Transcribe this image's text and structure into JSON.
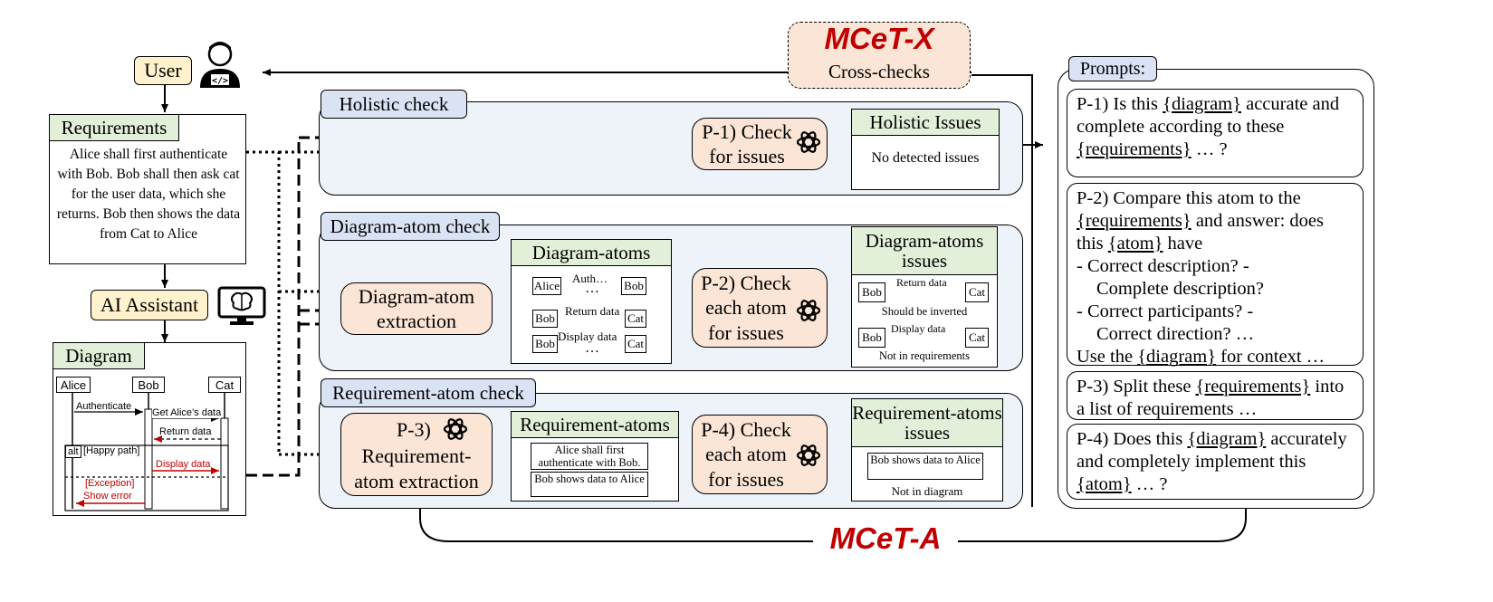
{
  "user": {
    "label": "User"
  },
  "requirements": {
    "header": "Requirements",
    "text": "Alice shall first authenticate with Bob. Bob shall then ask cat for the user data, which she returns. Bob then shows the data from Cat to Alice"
  },
  "ai_assistant": {
    "label": "AI Assistant"
  },
  "diagram": {
    "header": "Diagram",
    "participants": [
      "Alice",
      "Bob",
      "Cat"
    ],
    "msg_authenticate": "Authenticate",
    "msg_get": "Get Alice’s data",
    "msg_return": "Return data",
    "alt_label": "alt",
    "happy_path": "[Happy path]",
    "msg_display": "Display data",
    "exception": "[Exception]",
    "msg_show_error": "Show error"
  },
  "mcet_x": {
    "title": "MCeT-X",
    "subtitle": "Cross-checks"
  },
  "mcet_a": {
    "title": "MCeT-A"
  },
  "holistic": {
    "tag": "Holistic check",
    "step": "P-1) Check for issues",
    "issues_header": "Holistic Issues",
    "issues_text": "No detected issues"
  },
  "diagram_atom": {
    "tag": "Diagram-atom check",
    "extraction": "Diagram-atom extraction",
    "atoms_header": "Diagram-atoms",
    "atom1_from": "Alice",
    "atom1_msg": "Auth…",
    "atom1_to": "Bob",
    "atom2_from": "Bob",
    "atom2_msg": "Return data",
    "atom2_to": "Cat",
    "atom3_from": "Bob",
    "atom3_msg": "Display data",
    "atom3_to": "Cat",
    "ellipsis": "…",
    "step": "P-2) Check each atom for issues",
    "issues_header": "Diagram-atoms issues",
    "issue1_from": "Bob",
    "issue1_msg": "Return data",
    "issue1_to": "Cat",
    "issue1_note": "Should be inverted",
    "issue2_from": "Bob",
    "issue2_msg": "Display data",
    "issue2_to": "Cat",
    "issue2_note": "Not in requirements"
  },
  "requirement_atom": {
    "tag": "Requirement-atom check",
    "extraction_p": "P-3)",
    "extraction": "Requirement-atom extraction",
    "atoms_header": "Requirement-atoms",
    "atom1": "Alice shall first authenticate with Bob.",
    "atom2": "Bob shows data to Alice",
    "step": "P-4) Check each atom for issues",
    "issues_header": "Requirement-atoms issues",
    "issue1": "Bob shows data to Alice",
    "issue1_note": "Not in diagram"
  },
  "prompts": {
    "tag": "Prompts:",
    "p1": {
      "a": "P-1) Is this ",
      "k1": "{diagram}",
      "b": " accurate and complete according to these ",
      "k2": "{requirements}",
      "c": " … ?"
    },
    "p2": {
      "a": "P-2) Compare this atom to the ",
      "k1": "{requirements}",
      "b": " and answer: does this ",
      "k2": "{atom}",
      "c": " have",
      "l1": "-  Correct description? -",
      "l1b": "Complete description?",
      "l2": "-  Correct participants?  -",
      "l2b": "Correct direction? …",
      "d": "Use the ",
      "k3": "{diagram}",
      "e": " for context …"
    },
    "p3": {
      "a": "P-3) Split these ",
      "k1": "{requirements}",
      "b": " into a list of requirements …"
    },
    "p4": {
      "a": "P-4) Does this ",
      "k1": "{diagram}",
      "b": " accurately and completely implement this ",
      "k2": "{atom}",
      "c": " … ?"
    }
  },
  "colors": {
    "peach": "#fbe5d6",
    "green": "#e2efd9",
    "blue": "#dae3f3",
    "yellow": "#fff2cc",
    "red": "#c00000"
  }
}
